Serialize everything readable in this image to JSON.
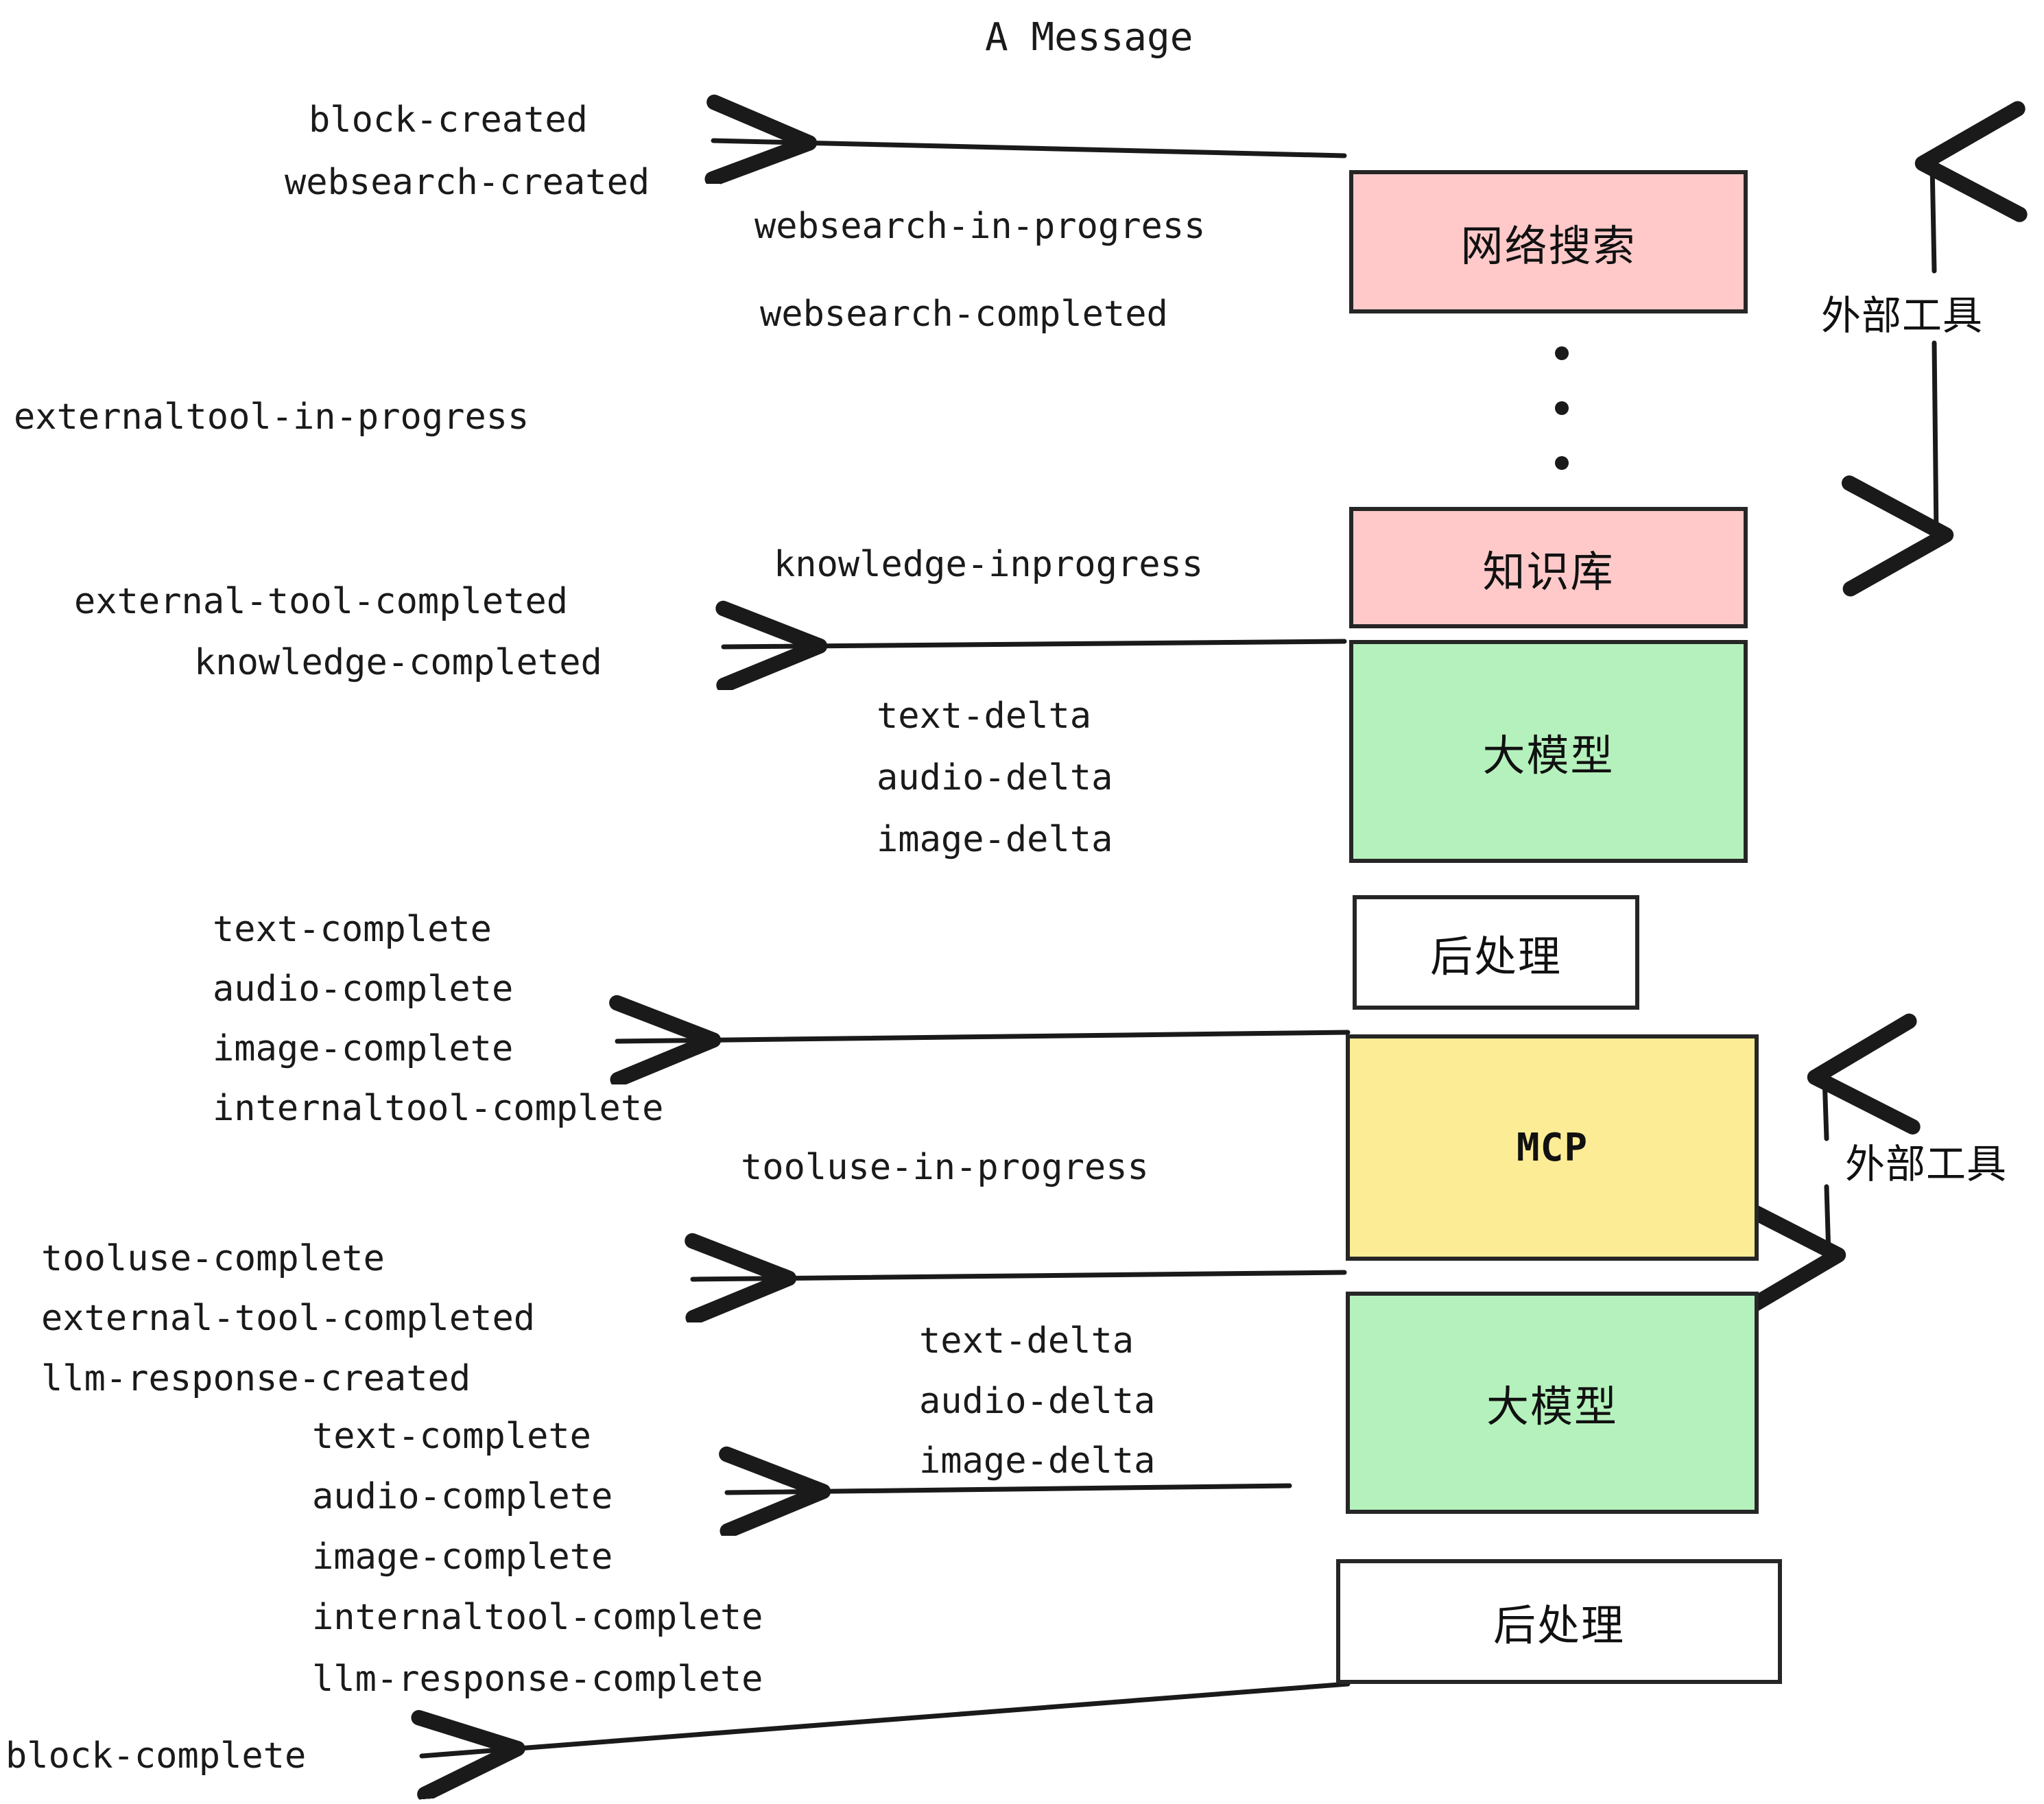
{
  "title": "A Message",
  "colors": {
    "pink": "#ffc9c9",
    "green": "#b5f1bc",
    "yellow": "#fcec96",
    "white": "#ffffff",
    "stroke": "#262626",
    "text": "#1a1a1a"
  },
  "nodes": [
    {
      "id": "websearch",
      "label": "网络搜索",
      "fill": "#ffc9c9"
    },
    {
      "id": "knowledge",
      "label": "知识库",
      "fill": "#ffc9c9"
    },
    {
      "id": "llm-1",
      "label": "大模型",
      "fill": "#b5f1bc"
    },
    {
      "id": "postprocess-1",
      "label": "后处理",
      "fill": "#ffffff"
    },
    {
      "id": "mcp",
      "label": "MCP",
      "fill": "#fcec96"
    },
    {
      "id": "llm-2",
      "label": "大模型",
      "fill": "#b5f1bc"
    },
    {
      "id": "postprocess-2",
      "label": "后处理",
      "fill": "#ffffff"
    }
  ],
  "group_labels": [
    {
      "id": "external-tools-top",
      "label": "外部工具"
    },
    {
      "id": "external-tools-bottom",
      "label": "外部工具"
    }
  ],
  "events": [
    {
      "id": "e01",
      "text": "block-created"
    },
    {
      "id": "e02",
      "text": "websearch-created"
    },
    {
      "id": "e03",
      "text": "websearch-in-progress"
    },
    {
      "id": "e04",
      "text": "websearch-completed"
    },
    {
      "id": "e05",
      "text": "externaltool-in-progress"
    },
    {
      "id": "e06",
      "text": "knowledge-inprogress"
    },
    {
      "id": "e07",
      "text": "external-tool-completed"
    },
    {
      "id": "e08",
      "text": "knowledge-completed"
    },
    {
      "id": "e09",
      "text": "text-delta"
    },
    {
      "id": "e10",
      "text": "audio-delta"
    },
    {
      "id": "e11",
      "text": "image-delta"
    },
    {
      "id": "e12",
      "text": "text-complete"
    },
    {
      "id": "e13",
      "text": "audio-complete"
    },
    {
      "id": "e14",
      "text": "image-complete"
    },
    {
      "id": "e15",
      "text": "internaltool-complete"
    },
    {
      "id": "e16",
      "text": "tooluse-in-progress"
    },
    {
      "id": "e17",
      "text": "tooluse-complete"
    },
    {
      "id": "e18",
      "text": "external-tool-completed"
    },
    {
      "id": "e19",
      "text": "llm-response-created"
    },
    {
      "id": "e20",
      "text": "text-complete"
    },
    {
      "id": "e21",
      "text": "audio-complete"
    },
    {
      "id": "e22",
      "text": "image-complete"
    },
    {
      "id": "e23",
      "text": "internaltool-complete"
    },
    {
      "id": "e24",
      "text": "llm-response-complete"
    },
    {
      "id": "e25",
      "text": "text-delta"
    },
    {
      "id": "e26",
      "text": "audio-delta"
    },
    {
      "id": "e27",
      "text": "image-delta"
    },
    {
      "id": "e28",
      "text": "block-complete"
    }
  ]
}
